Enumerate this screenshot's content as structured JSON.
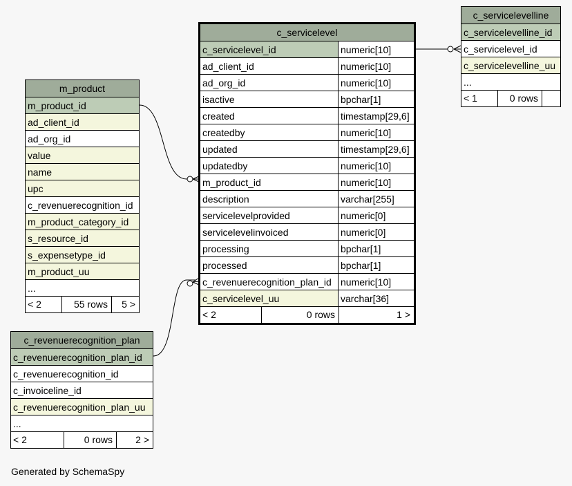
{
  "tables": {
    "c_servicelevel": {
      "name": "c_servicelevel",
      "columns": [
        {
          "name": "c_servicelevel_id",
          "type": "numeric[10]"
        },
        {
          "name": "ad_client_id",
          "type": "numeric[10]"
        },
        {
          "name": "ad_org_id",
          "type": "numeric[10]"
        },
        {
          "name": "isactive",
          "type": "bpchar[1]"
        },
        {
          "name": "created",
          "type": "timestamp[29,6]"
        },
        {
          "name": "createdby",
          "type": "numeric[10]"
        },
        {
          "name": "updated",
          "type": "timestamp[29,6]"
        },
        {
          "name": "updatedby",
          "type": "numeric[10]"
        },
        {
          "name": "m_product_id",
          "type": "numeric[10]"
        },
        {
          "name": "description",
          "type": "varchar[255]"
        },
        {
          "name": "servicelevelprovided",
          "type": "numeric[0]"
        },
        {
          "name": "servicelevelinvoiced",
          "type": "numeric[0]"
        },
        {
          "name": "processing",
          "type": "bpchar[1]"
        },
        {
          "name": "processed",
          "type": "bpchar[1]"
        },
        {
          "name": "c_revenuerecognition_plan_id",
          "type": "numeric[10]"
        },
        {
          "name": "c_servicelevel_uu",
          "type": "varchar[36]"
        }
      ],
      "footer": {
        "left": "< 2",
        "mid": "0 rows",
        "right": "1 >"
      }
    },
    "m_product": {
      "name": "m_product",
      "columns": [
        {
          "name": "m_product_id"
        },
        {
          "name": "ad_client_id"
        },
        {
          "name": "ad_org_id"
        },
        {
          "name": "value"
        },
        {
          "name": "name"
        },
        {
          "name": "upc"
        },
        {
          "name": "c_revenuerecognition_id"
        },
        {
          "name": "m_product_category_id"
        },
        {
          "name": "s_resource_id"
        },
        {
          "name": "s_expensetype_id"
        },
        {
          "name": "m_product_uu"
        },
        {
          "name": "..."
        }
      ],
      "footer": {
        "left": "< 2",
        "mid": "55 rows",
        "right": "5 >"
      }
    },
    "c_revenuerecognition_plan": {
      "name": "c_revenuerecognition_plan",
      "columns": [
        {
          "name": "c_revenuerecognition_plan_id"
        },
        {
          "name": "c_revenuerecognition_id"
        },
        {
          "name": "c_invoiceline_id"
        },
        {
          "name": "c_revenuerecognition_plan_uu"
        },
        {
          "name": "..."
        }
      ],
      "footer": {
        "left": "< 2",
        "mid": "0 rows",
        "right": "2 >"
      }
    },
    "c_servicelevelline": {
      "name": "c_servicelevelline",
      "columns": [
        {
          "name": "c_servicelevelline_id"
        },
        {
          "name": "c_servicelevel_id"
        },
        {
          "name": "c_servicelevelline_uu"
        },
        {
          "name": "..."
        }
      ],
      "footer": {
        "left": "< 1",
        "mid": "0 rows",
        "right": ""
      }
    }
  },
  "colors": {
    "header": "#9fac9a",
    "primary_key": "#bdccb6",
    "indexed": "#f4f6dd",
    "background": "#f7f7f7"
  },
  "credit": "Generated by SchemaSpy"
}
